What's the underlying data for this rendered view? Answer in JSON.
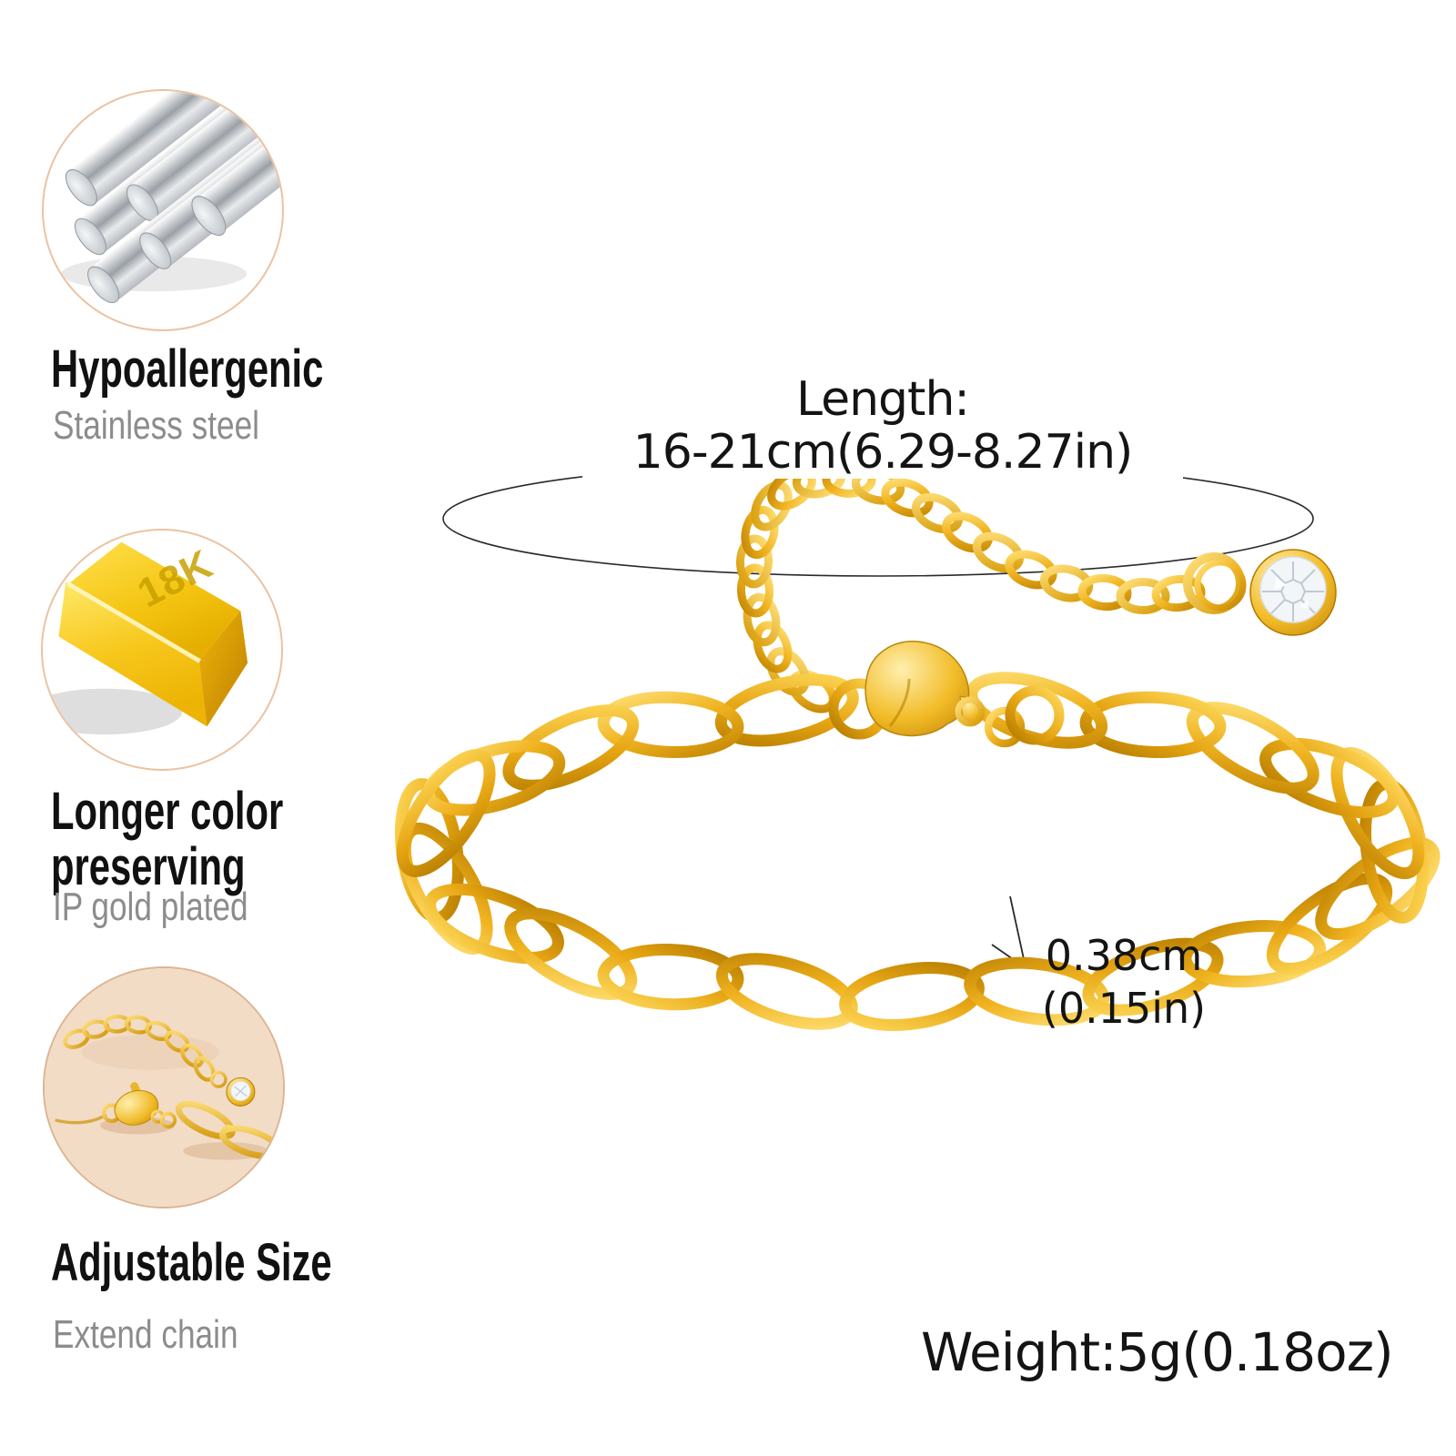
{
  "page": {
    "kind": "product-infographic",
    "background": "#ffffff",
    "colors": {
      "gold": "#E8A513",
      "gold_light": "#FFE27A",
      "gold_deep": "#B37A00",
      "circle_border": "#EAC3A3",
      "fabric": "#F2DCC6",
      "steel": "#B6BAC0",
      "text_primary": "#111111",
      "text_secondary": "#8C8C8C",
      "annotation_line": "#2A2A2A"
    }
  },
  "features": [
    {
      "image": "stainless-steel-rods",
      "title": "Hypoallergenic",
      "subtitle": "Stainless steel"
    },
    {
      "image": "18k-gold-bar",
      "stamp": "18K",
      "title": "Longer color preserving",
      "subtitle": "IP gold plated"
    },
    {
      "image": "extend-chain-closeup",
      "title": "Adjustable Size",
      "subtitle": "Extend chain"
    }
  ],
  "product": {
    "image": "gold-chain-bracelet-with-extender-and-cz-charm",
    "annotations": {
      "length_label": "Length:",
      "length_value": "16-21cm(6.29-8.27in)",
      "link_width_line1": "0.38cm",
      "link_width_line2": "(0.15in)",
      "weight": "Weight:5g(0.18oz)"
    }
  }
}
